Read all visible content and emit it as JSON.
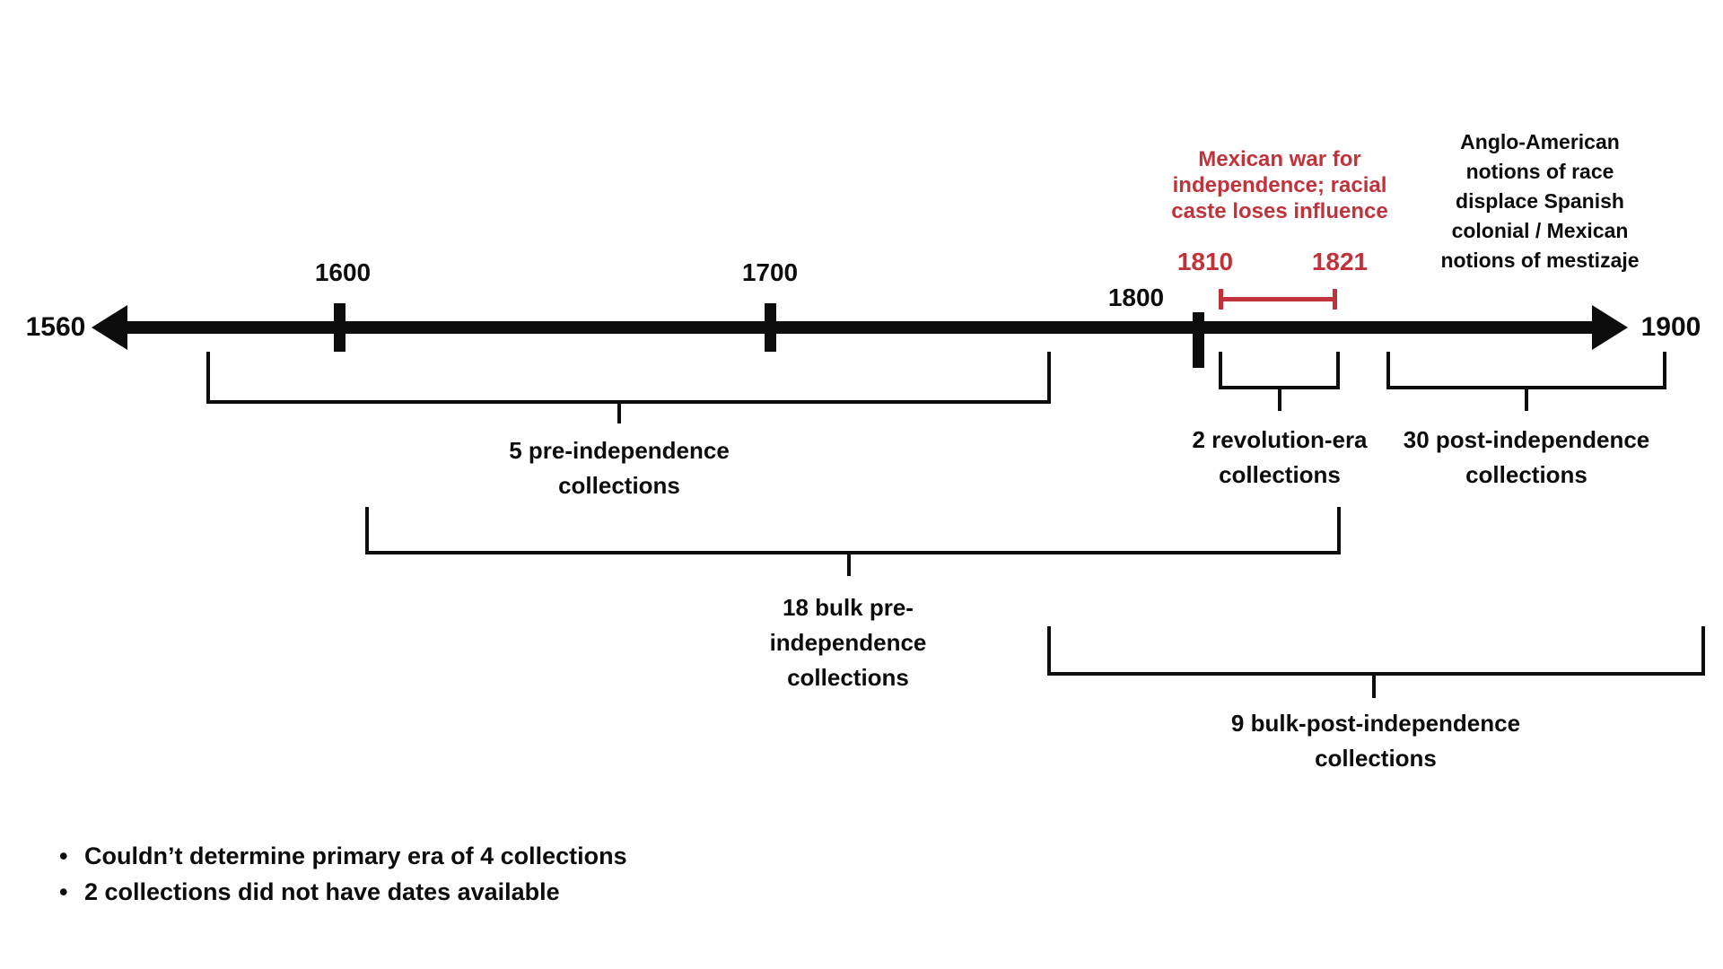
{
  "colors": {
    "accent_red": "#c0333b",
    "ink": "#0d0d0d"
  },
  "timeline": {
    "start_label": "1560",
    "end_label": "1900",
    "ticks": [
      {
        "label": "1600"
      },
      {
        "label": "1700"
      },
      {
        "label": "1800"
      }
    ]
  },
  "war_annotation": {
    "lines": [
      "Mexican war for",
      "independence; racial",
      "caste loses influence"
    ],
    "start_year": "1810",
    "end_year": "1821"
  },
  "race_annotation": {
    "lines": [
      "Anglo-American",
      "notions of race",
      "displace Spanish",
      "colonial / Mexican",
      "notions of mestizaje"
    ]
  },
  "brackets": {
    "pre_independence": {
      "lines": [
        "5 pre-independence",
        "collections"
      ]
    },
    "revolution_era": {
      "lines": [
        "2 revolution-era",
        "collections"
      ]
    },
    "post_independence": {
      "lines": [
        "30 post-independence",
        "collections"
      ]
    },
    "bulk_pre_independence": {
      "lines": [
        "18 bulk pre-",
        "independence",
        "collections"
      ]
    },
    "bulk_post_independence": {
      "lines": [
        "9 bulk-post-independence",
        "collections"
      ]
    }
  },
  "notes": [
    "Couldn’t determine primary era of 4 collections",
    "2 collections did not have dates available"
  ]
}
